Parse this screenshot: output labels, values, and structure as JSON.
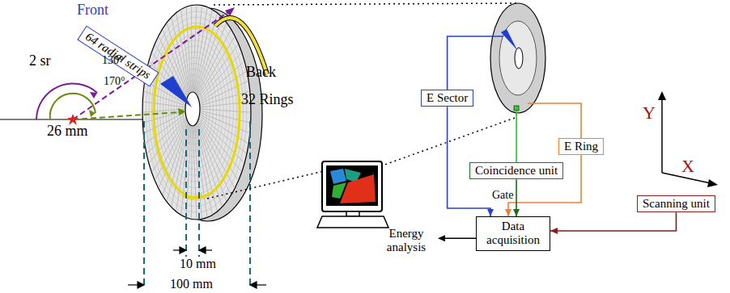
{
  "diagram": {
    "nodes": [
      {
        "text": [
          "64 radial strips"
        ]
      },
      {
        "text": [
          "E Sector"
        ]
      },
      {
        "text": [
          "E Ring"
        ]
      },
      {
        "text": [
          "Coincidence unit"
        ]
      },
      {
        "text": [
          "Data acquisition"
        ]
      },
      {
        "text": [
          "Scanning unit"
        ]
      }
    ],
    "edges": [
      {
        "from": 1,
        "to": 4,
        "arrow": "to"
      },
      {
        "from": 2,
        "to": 4,
        "arrow": "to"
      },
      {
        "from": 3,
        "to": 4,
        "label": "Gate",
        "arrow": "to"
      },
      {
        "from": 5,
        "to": 4,
        "arrow": "to"
      }
    ],
    "labels": [
      "Front",
      "2 sr",
      "130°",
      "170°",
      "26 mm",
      "Back",
      "32 Rings",
      "10 mm",
      "100 mm",
      "Energy analysis",
      "Y",
      "X"
    ]
  }
}
